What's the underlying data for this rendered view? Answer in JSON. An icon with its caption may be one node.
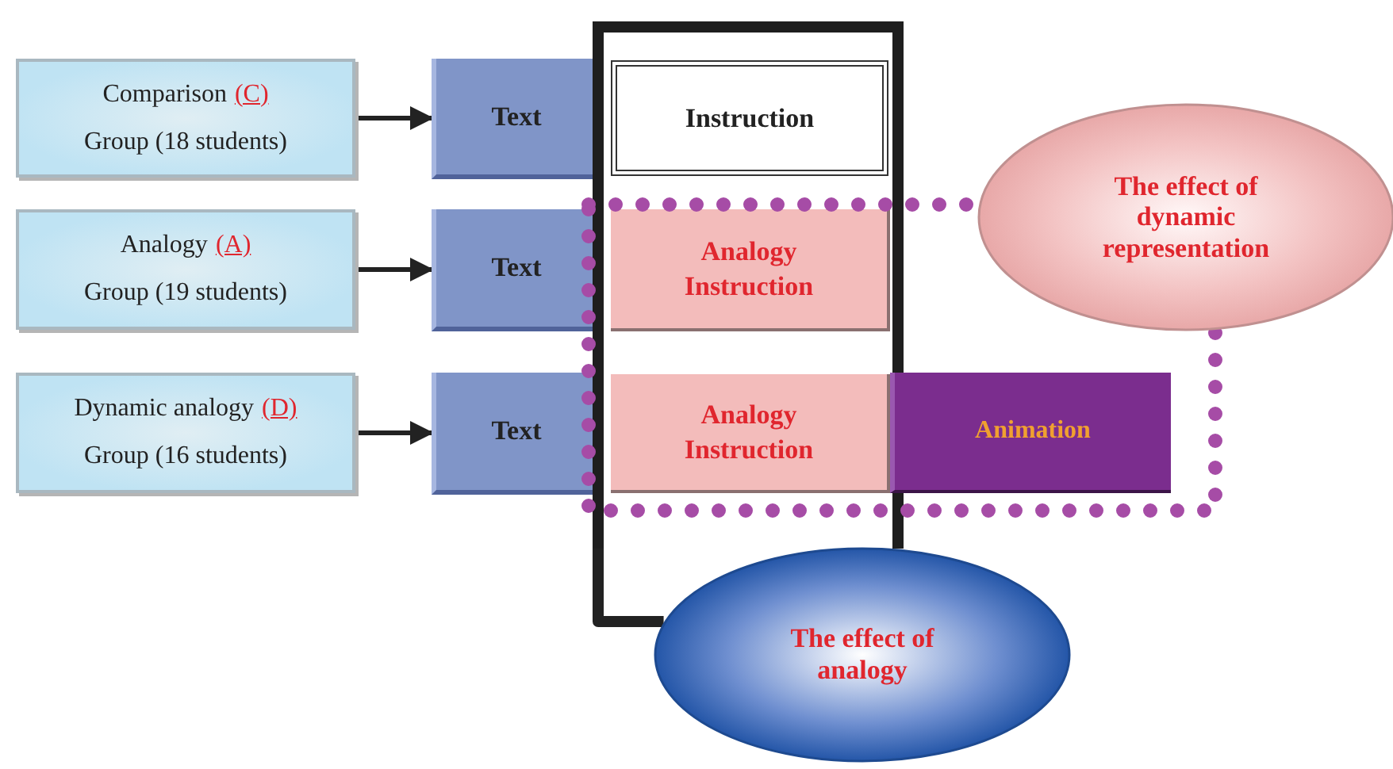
{
  "diagram": {
    "nodes": [
      {
        "text": [
          "Comparison",
          "(C)",
          "Group (18 students)"
        ]
      },
      {
        "text": [
          "Analogy",
          "(A)",
          "Group (19 students)"
        ]
      },
      {
        "text": [
          "Dynamic analogy",
          "(D)",
          "Group (16 students)"
        ]
      },
      {
        "text": [
          "Text"
        ]
      },
      {
        "text": [
          "Text"
        ]
      },
      {
        "text": [
          "Text"
        ]
      },
      {
        "text": [],
        "shape": "box"
      },
      {
        "text": [
          "Instruction"
        ],
        "in": 6
      },
      {
        "text": [
          "Analogy Instruction"
        ]
      },
      {
        "text": [
          "Analogy Instruction"
        ]
      },
      {
        "text": [],
        "shape": "box"
      },
      {
        "text": [
          "Animation"
        ],
        "in": 10
      },
      {
        "text": [
          "The effect of dynamic representation"
        ]
      },
      {
        "text": [
          "The effect of analogy"
        ]
      }
    ],
    "edges": [
      {
        "from": 0,
        "to": 3,
        "arrow": "to"
      },
      {
        "from": 1,
        "to": 4,
        "arrow": "to"
      },
      {
        "from": 2,
        "to": 5,
        "arrow": "to"
      },
      {
        "from": 6,
        "to": 13,
        "arrow": "none",
        "style": "thick"
      }
    ]
  }
}
